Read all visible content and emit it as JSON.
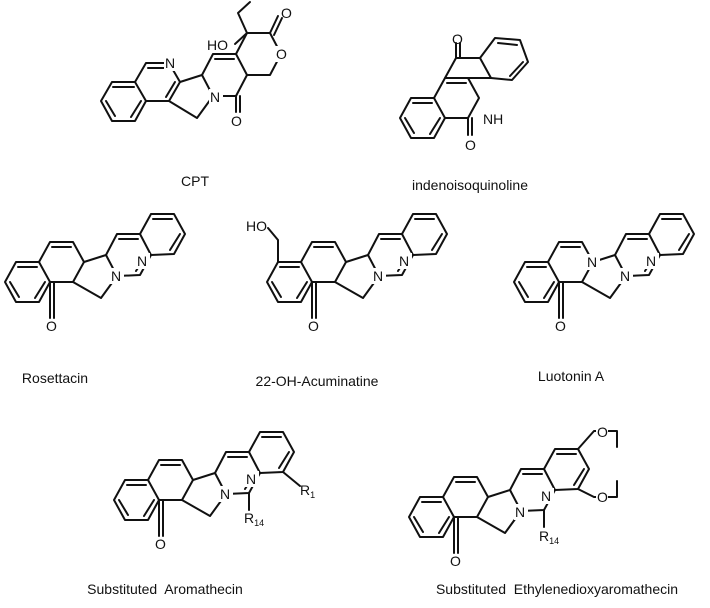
{
  "molecules": [
    {
      "key": "cpt",
      "name": "CPT"
    },
    {
      "key": "indeno",
      "name": "indenoisoquinoline"
    },
    {
      "key": "rosettacin",
      "name": "Rosettacin"
    },
    {
      "key": "acuminatine",
      "name": "22-OH-Acuminatine"
    },
    {
      "key": "luotonin",
      "name": "Luotonin A"
    },
    {
      "key": "aromathecin",
      "name": "Substituted  Aromathecin"
    },
    {
      "key": "ethylene",
      "name": "Substituted  Ethylenedioxyaromathecin"
    }
  ],
  "atom_labels": {
    "N": "N",
    "O": "O",
    "HO": "HO",
    "NH": "NH",
    "R": "R",
    "r1_sub": "1",
    "r14_sub": "14"
  }
}
